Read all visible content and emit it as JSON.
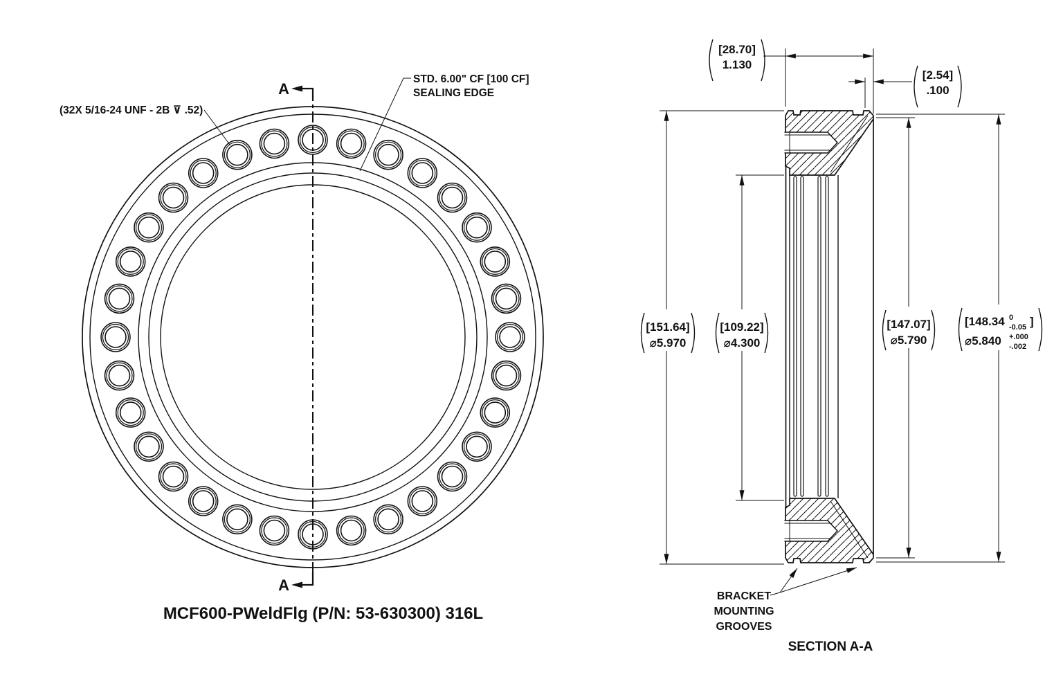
{
  "front_view": {
    "thread_callout": "(32X  5/16-24 UNF - 2B ⊽ .52)",
    "sealing_callout": [
      "STD. 6.00\" CF [100 CF]",
      "SEALING EDGE"
    ],
    "section_arrow_label": "A",
    "caption": "MCF600-PWeldFlg (P/N: 53-630300) 316L",
    "bolt_hole_count": 32
  },
  "section_view": {
    "title": "SECTION A-A",
    "grooves_label": [
      "BRACKET",
      "MOUNTING",
      "GROOVES"
    ],
    "dim_thickness": {
      "mm": "[28.70]",
      "in": "1.130"
    },
    "dim_edge": {
      "mm": "[2.54]",
      "in": ".100"
    },
    "dim_od": {
      "mm": "[151.64]",
      "in": "⌀5.970"
    },
    "dim_bore": {
      "mm": "[109.22]",
      "in": "⌀4.300"
    },
    "dim_seal": {
      "mm": "[147.07]",
      "in": "⌀5.790"
    },
    "dim_max": {
      "mm_open": "[148.34",
      "mm_tol_upper": "0",
      "mm_tol_lower": "-0.05",
      "bracket_close": "]",
      "in_value": "⌀5.840",
      "in_tol_upper": "+.000",
      "in_tol_lower": "-.002"
    }
  }
}
